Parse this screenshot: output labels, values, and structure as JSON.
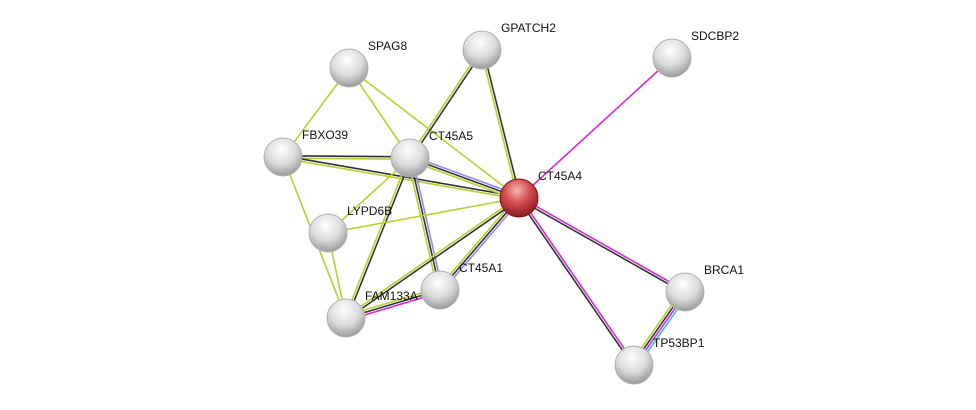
{
  "colors": {
    "textmining": "#b5d12f",
    "coexpression": "#333333",
    "homology": "#8c8cff",
    "experiments": "#d62ad6",
    "database": "#2dc5e0",
    "node_default": "#d8d8d8",
    "node_query": "#c8393c"
  },
  "nodes": [
    {
      "id": "SPAG8",
      "label": "SPAG8",
      "query": false
    },
    {
      "id": "GPATCH2",
      "label": "GPATCH2",
      "query": false
    },
    {
      "id": "SDCBP2",
      "label": "SDCBP2",
      "query": false
    },
    {
      "id": "FBXO39",
      "label": "FBXO39",
      "query": false
    },
    {
      "id": "CT45A5",
      "label": "CT45A5",
      "query": false
    },
    {
      "id": "CT45A4",
      "label": "CT45A4",
      "query": true
    },
    {
      "id": "LYPD6B",
      "label": "LYPD6B",
      "query": false
    },
    {
      "id": "CT45A1",
      "label": "CT45A1",
      "query": false
    },
    {
      "id": "FAM133A",
      "label": "FAM133A",
      "query": false
    },
    {
      "id": "BRCA1",
      "label": "BRCA1",
      "query": false
    },
    {
      "id": "TP53BP1",
      "label": "TP53BP1",
      "query": false
    }
  ],
  "edges": [
    {
      "a": "SPAG8",
      "b": "FBXO39",
      "evidence": [
        "textmining"
      ]
    },
    {
      "a": "SPAG8",
      "b": "CT45A5",
      "evidence": [
        "textmining"
      ]
    },
    {
      "a": "SPAG8",
      "b": "CT45A4",
      "evidence": [
        "textmining"
      ]
    },
    {
      "a": "GPATCH2",
      "b": "CT45A5",
      "evidence": [
        "coexpression",
        "textmining"
      ]
    },
    {
      "a": "GPATCH2",
      "b": "CT45A4",
      "evidence": [
        "coexpression",
        "textmining"
      ]
    },
    {
      "a": "SDCBP2",
      "b": "CT45A4",
      "evidence": [
        "experiments"
      ]
    },
    {
      "a": "FBXO39",
      "b": "CT45A5",
      "evidence": [
        "coexpression",
        "textmining"
      ]
    },
    {
      "a": "FBXO39",
      "b": "CT45A4",
      "evidence": [
        "coexpression",
        "textmining"
      ]
    },
    {
      "a": "FBXO39",
      "b": "FAM133A",
      "evidence": [
        "textmining"
      ]
    },
    {
      "a": "CT45A5",
      "b": "CT45A4",
      "evidence": [
        "homology",
        "coexpression",
        "textmining"
      ]
    },
    {
      "a": "CT45A5",
      "b": "LYPD6B",
      "evidence": [
        "textmining"
      ]
    },
    {
      "a": "CT45A5",
      "b": "CT45A1",
      "evidence": [
        "homology",
        "coexpression",
        "textmining"
      ]
    },
    {
      "a": "CT45A5",
      "b": "FAM133A",
      "evidence": [
        "coexpression",
        "textmining"
      ]
    },
    {
      "a": "LYPD6B",
      "b": "CT45A4",
      "evidence": [
        "textmining"
      ]
    },
    {
      "a": "LYPD6B",
      "b": "FAM133A",
      "evidence": [
        "textmining"
      ]
    },
    {
      "a": "CT45A4",
      "b": "CT45A1",
      "evidence": [
        "homology",
        "coexpression",
        "textmining"
      ]
    },
    {
      "a": "CT45A4",
      "b": "FAM133A",
      "evidence": [
        "coexpression",
        "textmining"
      ]
    },
    {
      "a": "CT45A1",
      "b": "FAM133A",
      "evidence": [
        "experiments",
        "coexpression",
        "textmining"
      ]
    },
    {
      "a": "CT45A4",
      "b": "BRCA1",
      "evidence": [
        "experiments",
        "coexpression"
      ]
    },
    {
      "a": "CT45A4",
      "b": "TP53BP1",
      "evidence": [
        "experiments",
        "coexpression"
      ]
    },
    {
      "a": "BRCA1",
      "b": "TP53BP1",
      "evidence": [
        "database",
        "experiments",
        "coexpression",
        "textmining"
      ]
    }
  ]
}
